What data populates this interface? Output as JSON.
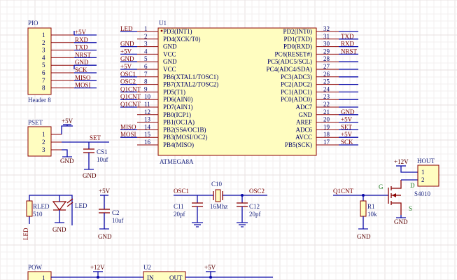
{
  "pio": {
    "ref": "PIO",
    "footer": "Header 8",
    "pins": [
      "1",
      "2",
      "3",
      "4",
      "5",
      "6",
      "7",
      "8"
    ],
    "nets": [
      "+5V",
      "RXD",
      "TXD",
      "NRST",
      "GND",
      "SCK",
      "MISO",
      "MOSI"
    ]
  },
  "u1": {
    "ref": "U1",
    "part": "ATMEGA8A",
    "left_pins": [
      {
        "num": "1",
        "name": "PD3(INT1)",
        "net": "LED"
      },
      {
        "num": "2",
        "name": "PD4(XCK/T0)",
        "net": ""
      },
      {
        "num": "3",
        "name": "GND",
        "net": "GND"
      },
      {
        "num": "4",
        "name": "VCC",
        "net": "+5V"
      },
      {
        "num": "5",
        "name": "GND",
        "net": "GND"
      },
      {
        "num": "6",
        "name": "VCC",
        "net": "+5V"
      },
      {
        "num": "7",
        "name": "PB6(XTAL1/TOSC1)",
        "net": "OSC1"
      },
      {
        "num": "8",
        "name": "PB7(XTAL2/TOSC2)",
        "net": "OSC2"
      },
      {
        "num": "9",
        "name": "PD5(T1)",
        "net": "Q1CNT"
      },
      {
        "num": "10",
        "name": "PD6(AIN0)",
        "net": "Q1CNT"
      },
      {
        "num": "11",
        "name": "PD7(AIN1)",
        "net": "Q1CNT"
      },
      {
        "num": "12",
        "name": "PB0(ICP1)",
        "net": ""
      },
      {
        "num": "13",
        "name": "PB1(OC1A)",
        "net": ""
      },
      {
        "num": "14",
        "name": "PB2(SS#/OC1B)",
        "net": "MISO"
      },
      {
        "num": "15",
        "name": "PB3(MOSI/OC2)",
        "net": "MOSI"
      },
      {
        "num": "16",
        "name": "PB4(MISO)",
        "net": ""
      }
    ],
    "right_pins": [
      {
        "num": "32",
        "name": "PD2(INT0)",
        "net": ""
      },
      {
        "num": "31",
        "name": "PD1(TXD)",
        "net": "TXD"
      },
      {
        "num": "30",
        "name": "PD0(RXD)",
        "net": "RXD"
      },
      {
        "num": "29",
        "name": "PC6(RESET#)",
        "net": "NRST"
      },
      {
        "num": "28",
        "name": "PC5(ADC5/SCL)",
        "net": ""
      },
      {
        "num": "27",
        "name": "PC4(ADC4/SDA)",
        "net": ""
      },
      {
        "num": "26",
        "name": "PC3(ADC3)",
        "net": ""
      },
      {
        "num": "25",
        "name": "PC2(ADC2)",
        "net": ""
      },
      {
        "num": "24",
        "name": "PC1(ADC1)",
        "net": ""
      },
      {
        "num": "23",
        "name": "PC0(ADC0)",
        "net": ""
      },
      {
        "num": "22",
        "name": "ADC7",
        "net": ""
      },
      {
        "num": "21",
        "name": "GND",
        "net": "GND"
      },
      {
        "num": "20",
        "name": "AREF",
        "net": "+5V"
      },
      {
        "num": "19",
        "name": "ADC6",
        "net": "SET"
      },
      {
        "num": "18",
        "name": "AVCC",
        "net": "+5V"
      },
      {
        "num": "17",
        "name": "PB5(SCK)",
        "net": "SCK"
      }
    ]
  },
  "pset": {
    "ref": "PSET",
    "pins": [
      "1",
      "2",
      "3"
    ],
    "vcc": "+5V",
    "gnd": "GND",
    "net": "SET"
  },
  "cs1": {
    "ref": "CS1",
    "value": "10uf",
    "gnd": "GND"
  },
  "led_block": {
    "r_ref": "RLED",
    "r_value": "510",
    "d_ref": "LED",
    "net": "LED",
    "gnd": "GND"
  },
  "c2": {
    "ref": "C2",
    "value": "10uf",
    "vcc": "+5V",
    "gnd": "GND"
  },
  "xtal": {
    "osc1": "OSC1",
    "osc2": "OSC2",
    "c11_ref": "C11",
    "c11_value": "20pf",
    "c10_ref": "C10",
    "c10_value": "16Mhz",
    "c12_ref": "C12",
    "c12_value": "20pf"
  },
  "mosfet": {
    "net": "Q1CNT",
    "r_ref": "R1",
    "r_value": "10k",
    "gnd": "GND",
    "q_part": "S4010",
    "g": "G",
    "d": "D",
    "s": "S",
    "vcc": "+12V",
    "gnd2": "GND"
  },
  "hout": {
    "ref": "HOUT",
    "pins": [
      "1",
      "2"
    ]
  },
  "pow": {
    "ref": "POW",
    "pins": [
      "1"
    ],
    "v12": "+12V",
    "u2_ref": "U2",
    "in": "IN",
    "out": "OUT",
    "v5": "+5V"
  }
}
